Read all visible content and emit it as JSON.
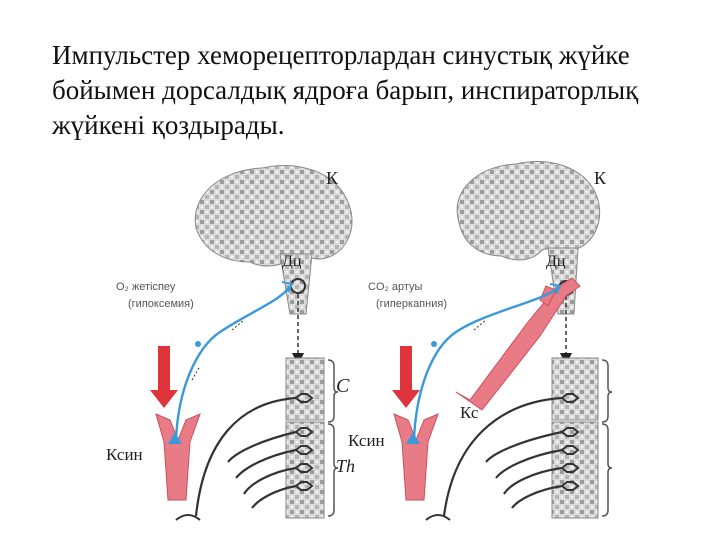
{
  "slide": {
    "title_lines": [
      "Импульстер хеморецепторлардан синустық жүйке",
      "бойымен дорсалдық ядроға барып, инспираторлық",
      "жүйкені қоздырады."
    ]
  },
  "figures": {
    "left": {
      "brain_label": "К",
      "nucleus_label": "Дц",
      "stimulus_line1": "O₂ жетіспеу",
      "stimulus_line2": "(гипоксемия)",
      "cervical_label": "C",
      "thoracic_label": "Th",
      "sinus_label": "Ксин"
    },
    "right": {
      "brain_label": "К",
      "nucleus_label": "Дц",
      "stimulus_line1": "CO₂ артуы",
      "stimulus_line2": "(гиперкапния)",
      "vessel_label": "Кс",
      "sinus_label": "Ксин"
    }
  },
  "colors": {
    "nerve_blue": "#3a9ad9",
    "vessel_pink": "#e87b86",
    "arrow_red": "#e0343c",
    "spine_gray": "#9a9a9a"
  }
}
